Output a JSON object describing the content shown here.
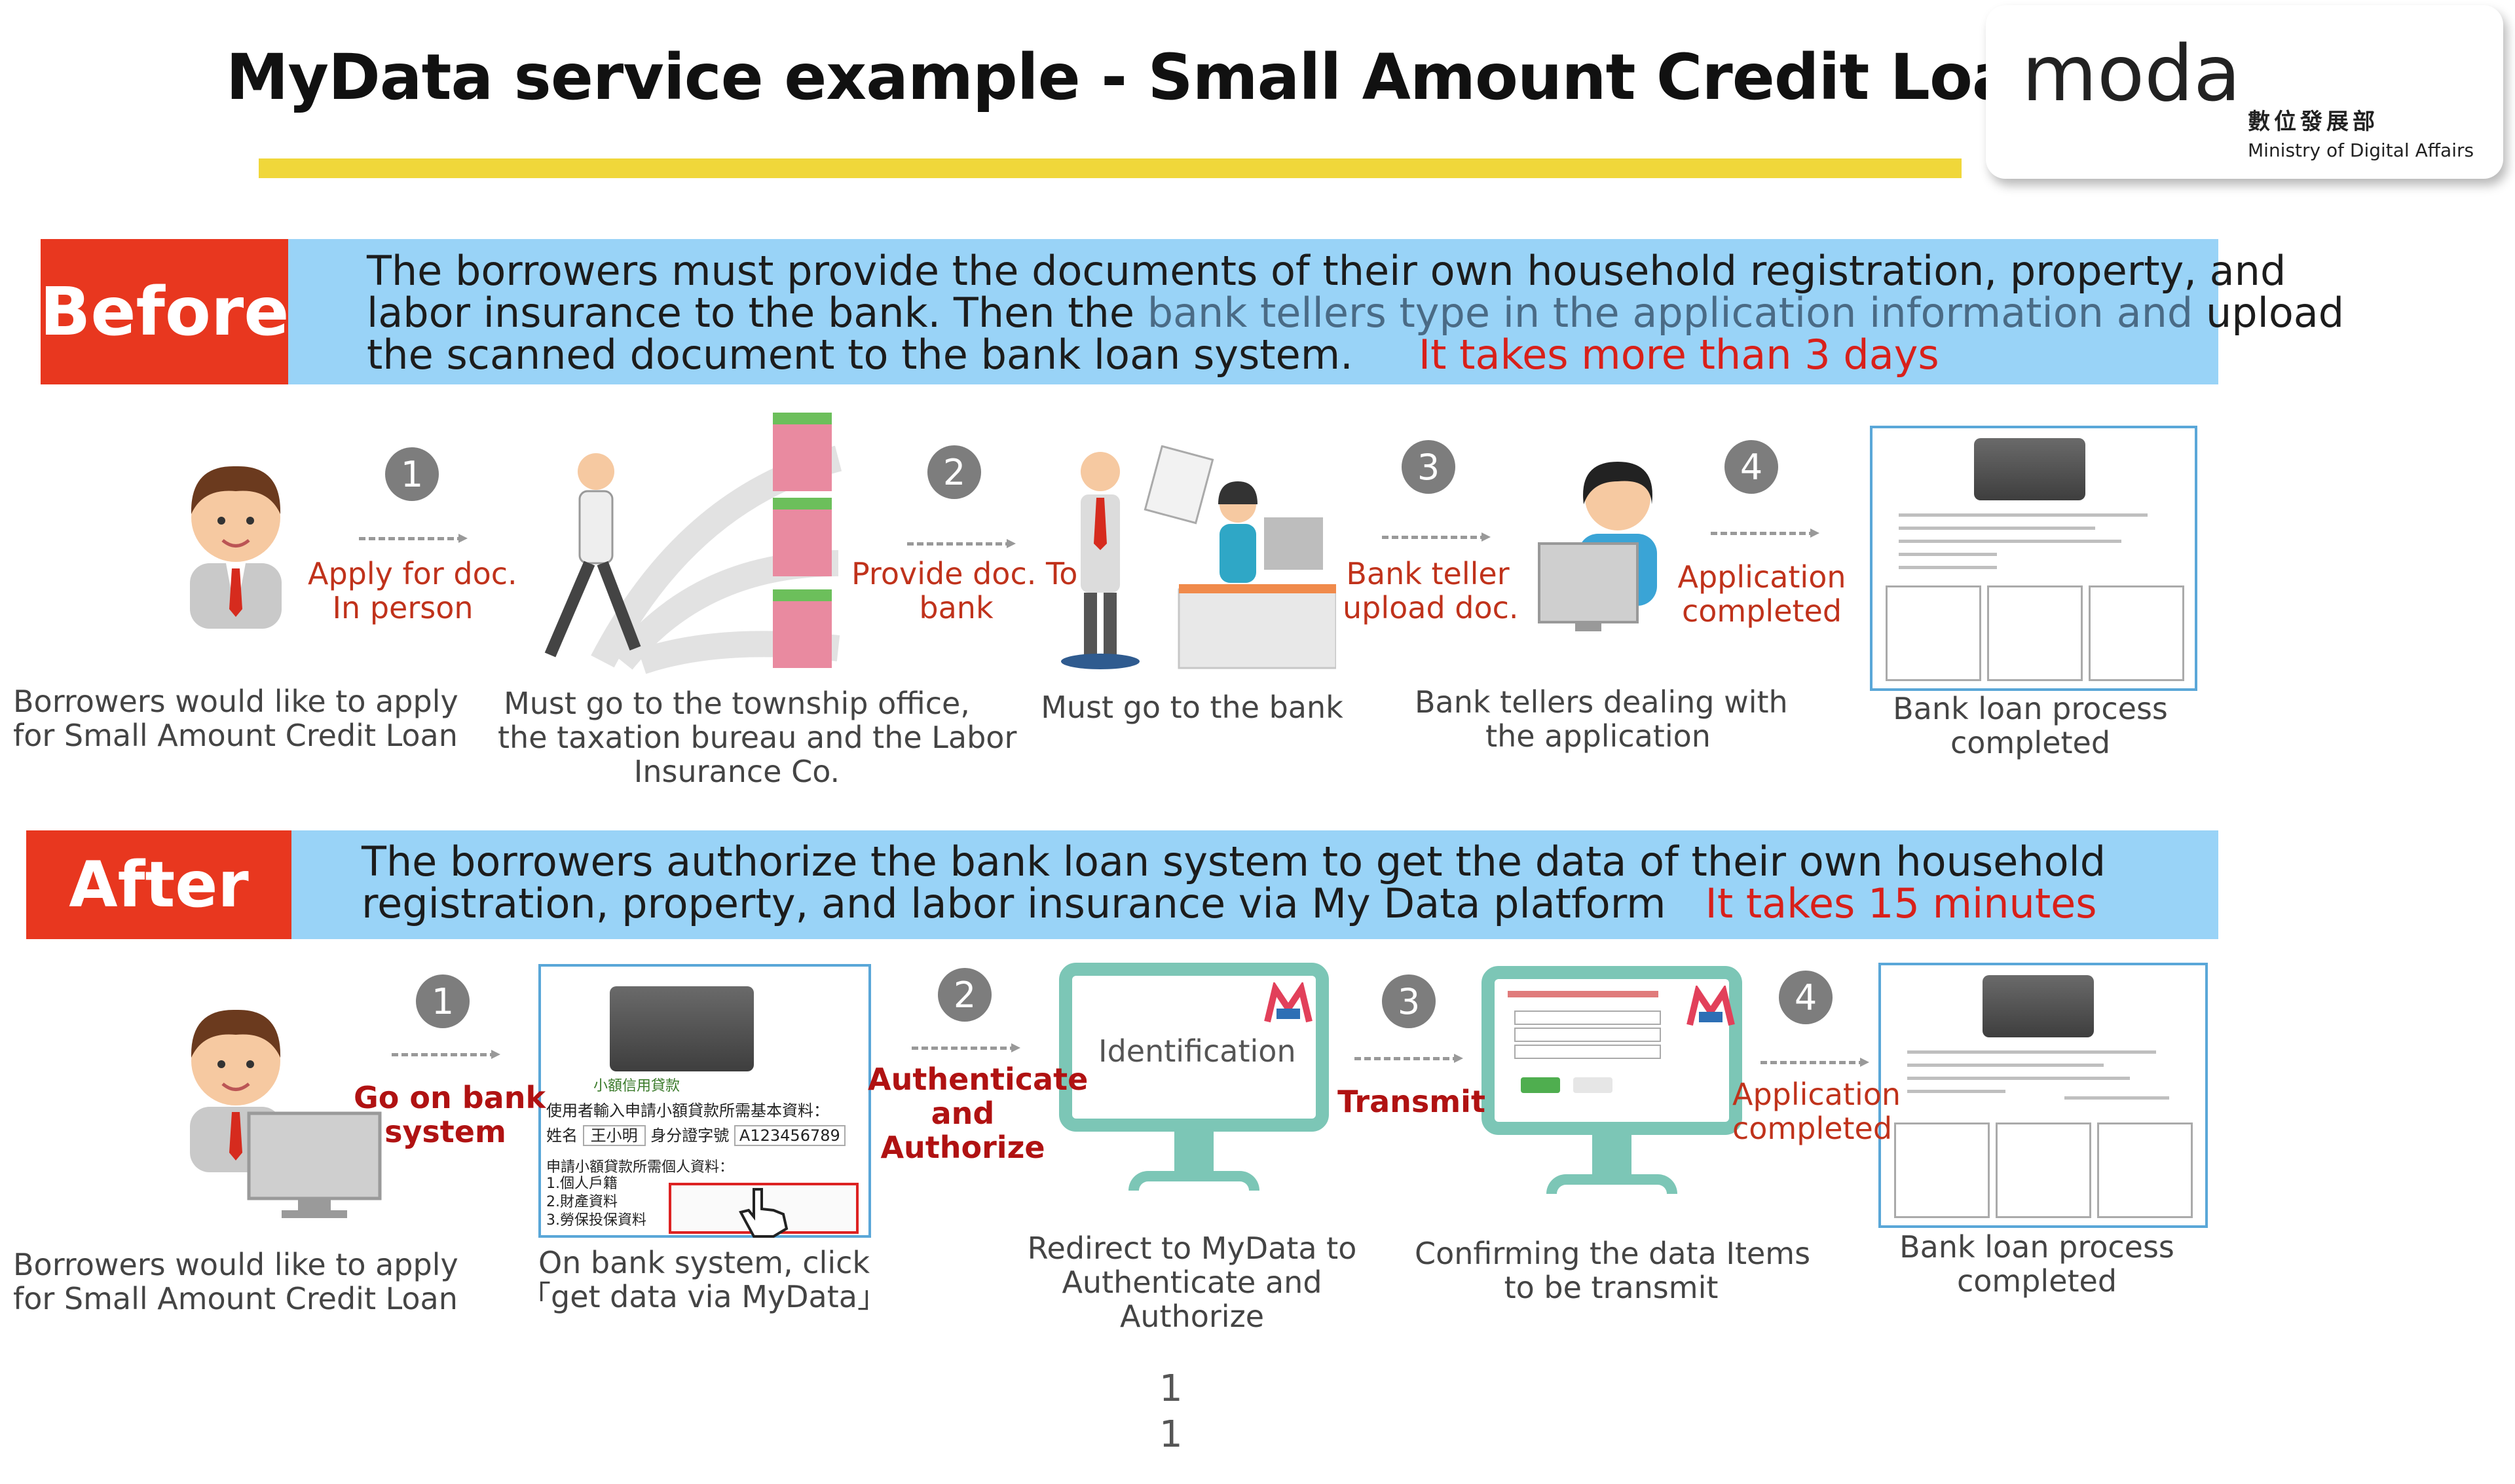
{
  "header": {
    "title": "MyData service example - Small Amount Credit Loan",
    "logo_word": "moda",
    "logo_cn": "數位發展部",
    "logo_en": "Ministry of Digital Affairs"
  },
  "before": {
    "label": "Before",
    "line1": "The borrowers must provide the documents of their own household registration, property, and",
    "line2_a": "labor insurance to the bank. Then the ",
    "line2_b": "bank tellers type in the application information and ",
    "line2_c": "upload",
    "line3": "the scanned document to the bank loan system.",
    "time": "It takes more than 3 days",
    "steps": [
      {
        "num": "1",
        "label": [
          "Apply for doc.",
          "In person"
        ]
      },
      {
        "num": "2",
        "label": [
          "Provide doc. To",
          "bank"
        ]
      },
      {
        "num": "3",
        "label": [
          "Bank teller",
          "upload doc."
        ]
      },
      {
        "num": "4",
        "label": [
          "Application",
          "completed"
        ]
      }
    ],
    "captions": [
      [
        "Borrowers would like to apply",
        "for  Small Amount Credit Loan"
      ],
      [
        "Must go to  the  township office,",
        "the taxation bureau and the Labor",
        "Insurance Co."
      ],
      [
        "Must go to the bank"
      ],
      [
        "Bank tellers dealing with",
        "the application"
      ],
      [
        "Bank loan process",
        "completed"
      ]
    ]
  },
  "after": {
    "label": "After",
    "line1": "The borrowers authorize the bank loan system to get the data of their own household",
    "line2": "registration, property, and labor insurance via My Data platform",
    "time": "It takes 15 minutes",
    "steps": [
      {
        "num": "1",
        "label": [
          "Go on bank",
          "system"
        ]
      },
      {
        "num": "2",
        "label": [
          "Authenticate",
          "and",
          "Authorize"
        ]
      },
      {
        "num": "3",
        "label": [
          "Transmit"
        ]
      },
      {
        "num": "4",
        "label": [
          "Application",
          "completed"
        ]
      }
    ],
    "screen_identification": "Identification",
    "form": {
      "line1": "使用者輸入申請小額貸款所需基本資料：",
      "name_label": "姓名",
      "name_value": "王小明",
      "id_label": "身分證字號",
      "id_value": "A123456789",
      "line3": "申請小額貸款所需個人資料：",
      "items": [
        "1.個人戶籍",
        "2.財產資料",
        "3.勞保投保資料"
      ],
      "section": "小額信用貸款"
    },
    "captions": [
      [
        "Borrowers would like to apply",
        "for  Small Amount Credit Loan"
      ],
      [
        "On bank system, click",
        "「get data via MyData」"
      ],
      [
        "Redirect to MyData to",
        "Authenticate and",
        "Authorize"
      ],
      [
        "Confirming the data Items",
        "to be transmit"
      ],
      [
        "Bank loan process",
        "completed"
      ]
    ]
  },
  "page_number": [
    "1",
    "1"
  ]
}
